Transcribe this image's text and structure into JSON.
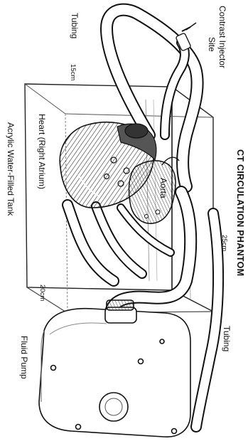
{
  "diagram": {
    "title": "CT CIRCULATION PHANTOM",
    "labels": {
      "contrast_injector_site": [
        "Contrast Injector",
        "Site"
      ],
      "tubing_top": "Tubing",
      "tubing_bottom": "Tubing",
      "heart": "Heart (Right Atrium)",
      "aorta": "Aorta",
      "tank": "Acrylic Water-Filled Tank",
      "pump": "Fluid Pump"
    },
    "dimensions": {
      "length": "15cm",
      "width": "25cm",
      "height": "20cm"
    },
    "colors": {
      "ink": "#111111",
      "shade": "#9a9a9a",
      "paper": "#ffffff"
    }
  }
}
